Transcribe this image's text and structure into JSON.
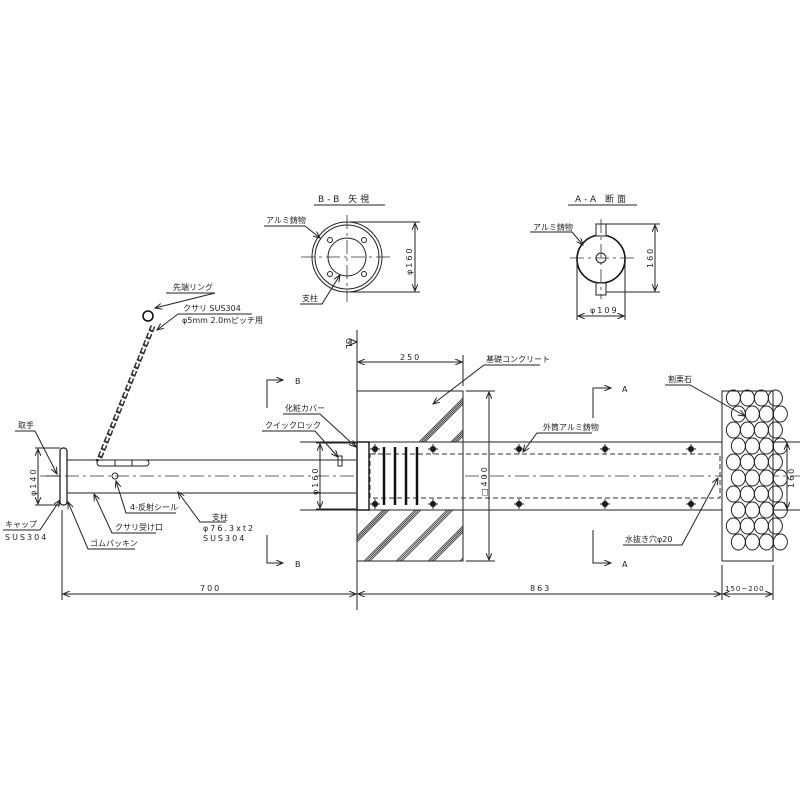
{
  "views": {
    "bb_title": "B-B 矢視",
    "aa_title": "A-A 断面",
    "bb_label_alu": "アルミ鋳物",
    "bb_label_post": "支柱",
    "bb_dim": "φ160",
    "aa_label_alu": "アルミ鋳物",
    "aa_dim_h": "160",
    "aa_dim_w": "φ109"
  },
  "labels": {
    "ring": "先端リング",
    "chain": "クサリ SUS304",
    "chain_spec": "φ5mm 2.0mピッチ用",
    "handle": "取手",
    "cap": "キャップ",
    "cap_mat": "SUS304",
    "rubber": "ゴムパッキン",
    "chain_recv": "クサリ受け口",
    "reflect": "4-反射シール",
    "post": "支柱",
    "post_spec": "φ76.3xt2",
    "post_mat": "SUS304",
    "cover": "化粧カバー",
    "quicklock": "クイックロック",
    "concrete": "基礎コンクリート",
    "outer": "外筒アルミ鋳物",
    "stone": "割栗石",
    "drain": "水抜き穴φ20",
    "gl": "GL",
    "sec_b": "B",
    "sec_a": "A"
  },
  "dims": {
    "d140": "φ140",
    "d160": "φ160",
    "d250": "250",
    "d400": "□400",
    "d160r": "160",
    "d700": "700",
    "d863": "863",
    "d150": "150~200"
  }
}
